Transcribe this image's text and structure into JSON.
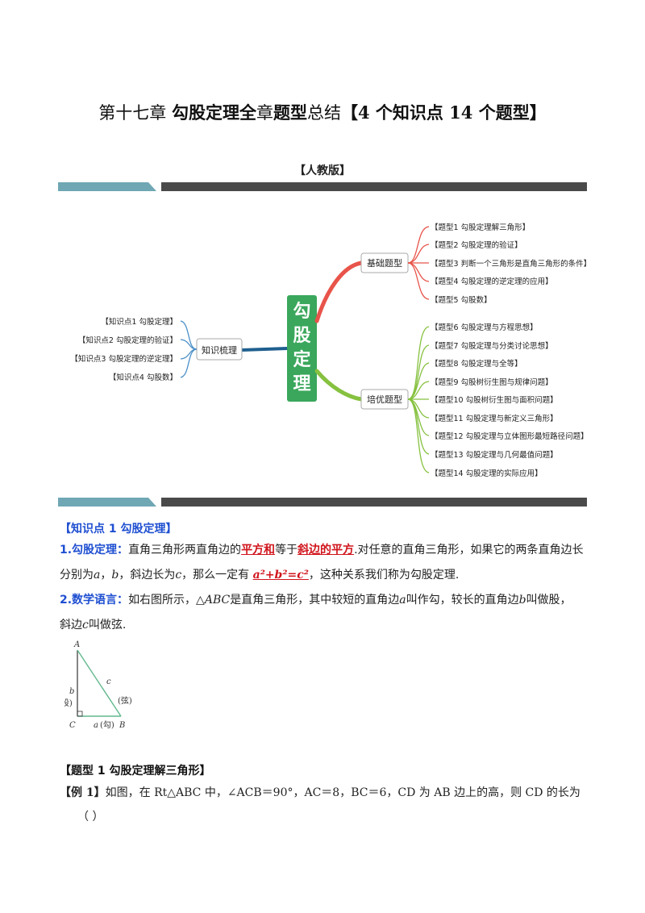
{
  "header": {
    "title_prefix": "第十七章",
    "title_bold1": "勾股定理全",
    "title_mid1": "章",
    "title_bold2": "题型",
    "title_mid2": "总结",
    "title_bold3": "【4 个知识点 14 个题型】",
    "edition": "【人教版】"
  },
  "mindmap": {
    "center": [
      "勾",
      "股",
      "定",
      "理"
    ],
    "left_branch": "知识梳理",
    "knowledge_points": [
      "【知识点1  勾股定理】",
      "【知识点2  勾股定理的验证】",
      "【知识点3  勾股定理的逆定理】",
      "【知识点4  勾股数】"
    ],
    "basic_branch": "基础题型",
    "basic_items": [
      "【题型1  勾股定理解三角形】",
      "【题型2  勾股定理的验证】",
      "【题型3  判断一个三角形是直角三角形的条件】",
      "【题型4  勾股定理的逆定理的应用】",
      "【题型5  勾股数】"
    ],
    "advanced_branch": "培优题型",
    "advanced_items": [
      "【题型6  勾股定理与方程思想】",
      "【题型7  勾股定理与分类讨论思想】",
      "【题型8  勾股定理与全等】",
      "【题型9  勾股树衍生图与规律问题】",
      "【题型10  勾股树衍生图与面积问题】",
      "【题型11  勾股定理与新定义三角形】",
      "【题型12  勾股定理与立体图形最短路径问题】",
      "【题型13  勾股定理与几何最值问题】",
      "【题型14  勾股定理的实际应用】"
    ],
    "colors": {
      "center": "#3aa75c",
      "basic": "#e8544a",
      "advanced": "#86c13f",
      "knowledge": "#1e5f8f"
    }
  },
  "section1": {
    "heading": "【知识点 1    勾股定理】",
    "p1_label": "1.勾股定理：",
    "p1_a": "直角三角形两直角边的",
    "p1_red1": "平方和",
    "p1_b": "等于",
    "p1_red2": "斜边的平方",
    "p1_c": ".对任意的直角三角形，如果它的两条直角边长",
    "p1_line2_a": "分别为",
    "p1_var_a": "a",
    "p1_comma1": "，",
    "p1_var_b": "b",
    "p1_line2_b": "，斜边长为",
    "p1_var_c": "c",
    "p1_line2_c": "，那么一定有 ",
    "p1_formula": "a²+b²=c²",
    "p1_line2_d": "，这种关系我们称为勾股定理.",
    "p2_label": "2.数学语言：",
    "p2_a": "如右图所示，△",
    "p2_abc": "ABC",
    "p2_b": "是直角三角形，其中较短的直角边",
    "p2_var_a": "a",
    "p2_c": "叫作勾，较长的直角边",
    "p2_var_b": "b",
    "p2_d": "叫做股，",
    "p2_line2_a": "斜边",
    "p2_var_c": "c",
    "p2_line2_b": "叫做弦.",
    "figure": {
      "A": "A",
      "B": "B",
      "C": "C",
      "b_label": "b",
      "gu": "(股)",
      "c_label": "c",
      "xian": "(弦)",
      "a_label": "a",
      "gou": "(勾)"
    }
  },
  "type1": {
    "heading": "【题型 1    勾股定理解三角形】",
    "ex_label": "【例 1】",
    "ex_text": "如图，在 Rt△ABC 中，∠ACB＝90°，AC＝8，BC＝6，CD 为 AB 边上的高，则 CD 的长为",
    "blank": "（        ）"
  }
}
